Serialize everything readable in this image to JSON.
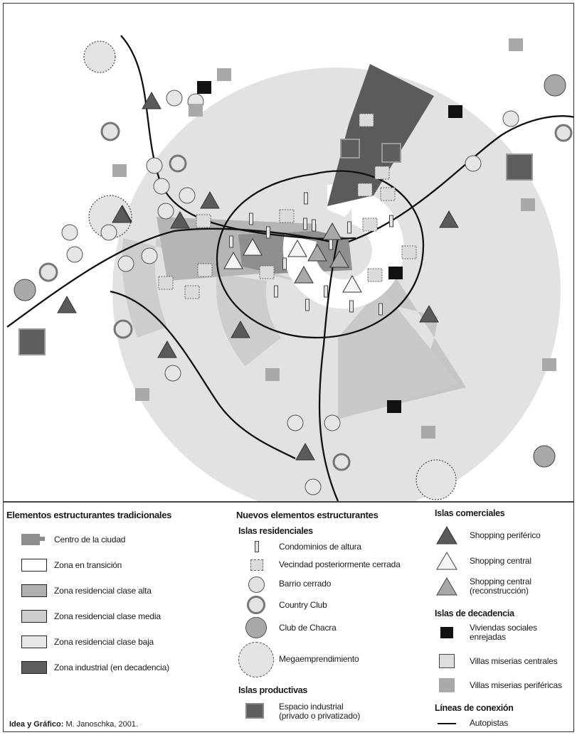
{
  "legend": {
    "traditional": {
      "title": "Elementos estructurantes tradicionales",
      "items": [
        {
          "label": "Centro de la ciudad"
        },
        {
          "label": "Zona en transición"
        },
        {
          "label": "Zona residencial clase alta"
        },
        {
          "label": "Zona residencial clase media"
        },
        {
          "label": "Zona residencial clase baja"
        },
        {
          "label": "Zona industrial (en decadencia)"
        }
      ]
    },
    "new": {
      "title": "Nuevos elementos estructurantes",
      "residential_title": "Islas residenciales",
      "residential_items": [
        {
          "label": "Condominios de altura"
        },
        {
          "label": "Vecindad posteriormente cerrada"
        },
        {
          "label": "Barrio cerrado"
        },
        {
          "label": "Country Club"
        },
        {
          "label": "Club de Chacra"
        },
        {
          "label": "Megaemprendimiento"
        }
      ],
      "productive_title": "Islas productivas",
      "productive_item_line1": "Espacio industrial",
      "productive_item_line2": "(privado o privatizado)"
    },
    "commercial": {
      "title": "Islas comerciales",
      "items": [
        {
          "label": "Shopping periférico"
        },
        {
          "label": "Shopping central"
        },
        {
          "label_line1": "Shopping central",
          "label_line2": "(reconstrucción)"
        }
      ]
    },
    "decay": {
      "title": "Islas de decadencia",
      "items": [
        {
          "label_line1": "Viviendas sociales",
          "label_line2": "enrejadas"
        },
        {
          "label": "Villas miserias centrales"
        },
        {
          "label": "Villas miserias periféricas"
        }
      ]
    },
    "connection": {
      "title": "Líneas de conexión",
      "item": "Autopistas"
    }
  },
  "credit": {
    "bold": "Idea y Gráfico:",
    "text": " M. Janoschka, 2001."
  },
  "colors": {
    "outer_ring": "#e0e0e0",
    "middle_class": "#cdcdcd",
    "upper_class": "#b0b0b0",
    "center": "#8d8d8d",
    "industrial": "#5e5e5e",
    "black_housing": "#111111",
    "peripheral_slum": "#a9a9a9",
    "central_slum": "#dedede"
  }
}
